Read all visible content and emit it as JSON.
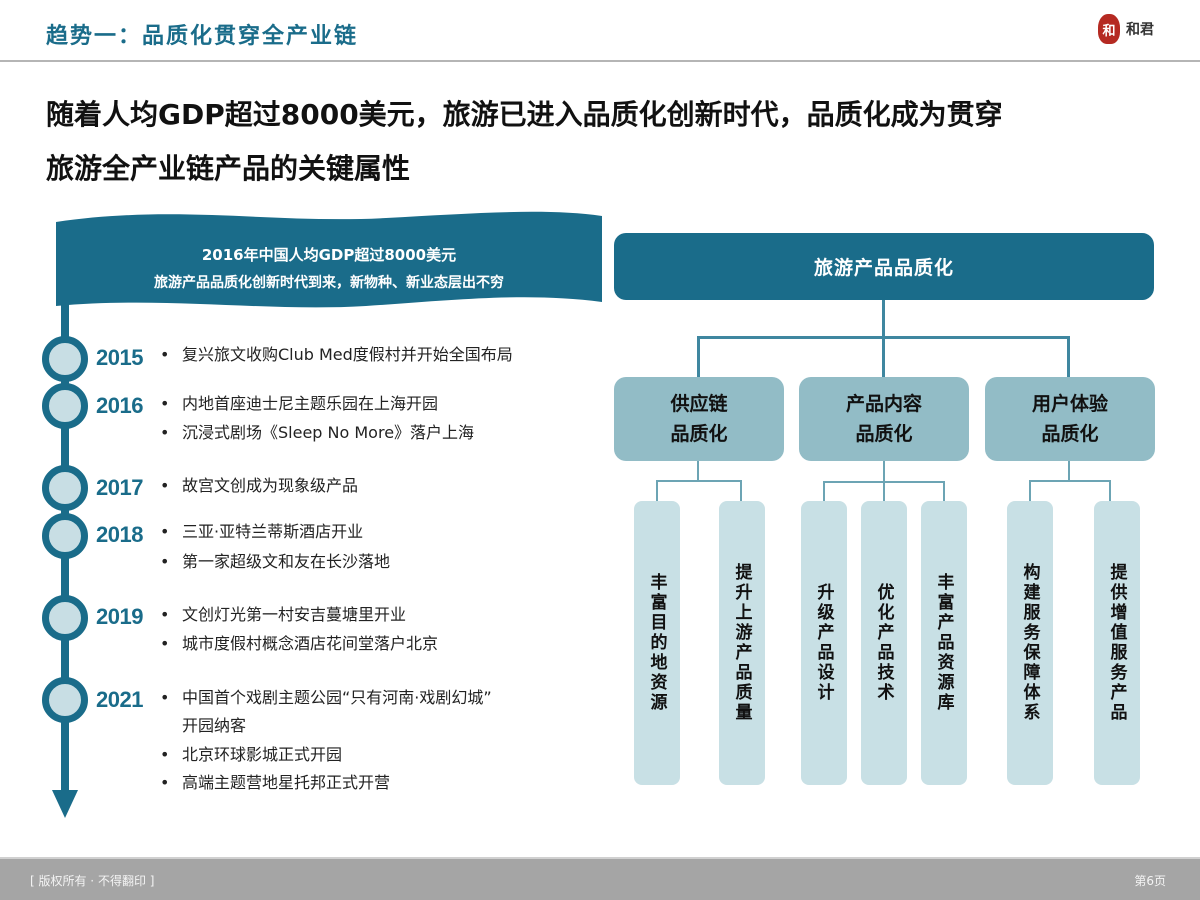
{
  "header": {
    "section_title": "趋势一：品质化贯穿全产业链",
    "logo_seal": "和",
    "logo_name": "和君"
  },
  "headline": {
    "line1": "随着人均GDP超过8000美元，旅游已进入品质化创新时代，品质化成为贯穿",
    "line2": "旅游全产业链产品的关键属性"
  },
  "banner": {
    "line1": "2016年中国人均GDP超过8000美元",
    "line2": "旅游产品品质化创新时代到来，新物种、新业态层出不穷",
    "color": "#1a6c8a"
  },
  "timeline": [
    {
      "year": "2015",
      "events": [
        "复兴旅文收购Club Med度假村并开始全国布局"
      ]
    },
    {
      "year": "2016",
      "events": [
        "内地首座迪士尼主题乐园在上海开园",
        "沉浸式剧场《Sleep No More》落户上海"
      ]
    },
    {
      "year": "2017",
      "events": [
        "故宫文创成为现象级产品"
      ]
    },
    {
      "year": "2018",
      "events": [
        "三亚·亚特兰蒂斯酒店开业",
        "第一家超级文和友在长沙落地"
      ]
    },
    {
      "year": "2019",
      "events": [
        "文创灯光第一村安吉蔓塘里开业",
        "城市度假村概念酒店花间堂落户北京"
      ]
    },
    {
      "year": "2021",
      "events": [
        "中国首个戏剧主题公园“只有河南·戏剧幻城”",
        "开园纳客",
        "北京环球影城正式开园",
        "高端主题营地星托邦正式开营"
      ]
    }
  ],
  "tree": {
    "root": "旅游产品品质化",
    "branches": [
      {
        "label_l1": "供应链",
        "label_l2": "品质化",
        "leaves": [
          "丰富目的地资源",
          "提升上游产品质量"
        ]
      },
      {
        "label_l1": "产品内容",
        "label_l2": "品质化",
        "leaves": [
          "升级产品设计",
          "优化产品技术",
          "丰富产品资源库"
        ]
      },
      {
        "label_l1": "用户体验",
        "label_l2": "品质化",
        "leaves": [
          "构建服务保障体系",
          "提供增值服务产品"
        ]
      }
    ]
  },
  "footer": {
    "copyright": "[  版权所有 · 不得翻印  ]",
    "page": "第6页"
  }
}
